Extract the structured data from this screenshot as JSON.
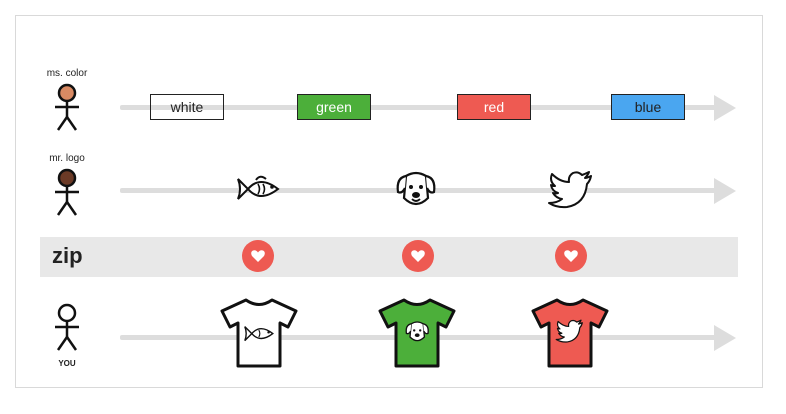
{
  "rows": {
    "color": {
      "person_label": "ms. color",
      "colors": [
        {
          "label": "white",
          "fill": "#ffffff",
          "text": "#222222"
        },
        {
          "label": "green",
          "fill": "#4caf3a",
          "text": "#ffffff"
        },
        {
          "label": "red",
          "fill": "#ee5a52",
          "text": "#ffffff"
        },
        {
          "label": "blue",
          "fill": "#4aa6f0",
          "text": "#222222"
        }
      ]
    },
    "logo": {
      "person_label": "mr. logo",
      "logos": [
        "fish-icon",
        "dog-icon",
        "bird-icon"
      ]
    },
    "zip": {
      "label": "zip",
      "hearts": [
        "heart-icon",
        "heart-icon",
        "heart-icon"
      ]
    },
    "you": {
      "person_label": "YOU",
      "shirts": [
        {
          "fill": "#ffffff",
          "logo": "fish-icon"
        },
        {
          "fill": "#4caf3a",
          "logo": "dog-icon"
        },
        {
          "fill": "#ee5a52",
          "logo": "bird-icon"
        }
      ]
    }
  },
  "colors": {
    "track": "#dddddd",
    "heart": "#ee5a52",
    "head_color": "#d98a63",
    "head_logo": "#6b3a26"
  }
}
